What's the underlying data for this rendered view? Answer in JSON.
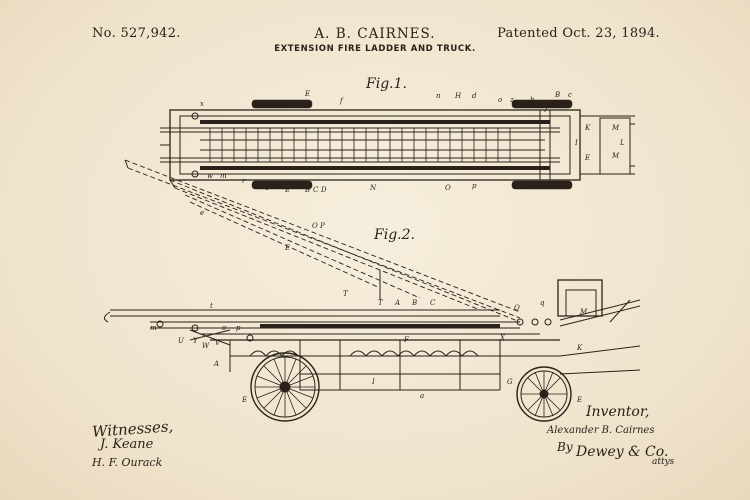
{
  "header": {
    "patent_number": "No. 527,942.",
    "inventor": "A. B. CAIRNES.",
    "date": "Patented Oct. 23, 1894.",
    "title": "EXTENSION FIRE LADDER AND TRUCK."
  },
  "figures": {
    "fig1_label": "Fig.1.",
    "fig2_label": "Fig.2."
  },
  "fig1_letters": [
    "E",
    "f",
    "x",
    "n",
    "H",
    "d",
    "o",
    "z",
    "h",
    "B",
    "c",
    "J",
    "K",
    "E",
    "I",
    "M",
    "L",
    "M",
    "w",
    "m",
    "T",
    "E",
    "B",
    "C",
    "D",
    "r",
    "N",
    "O",
    "p"
  ],
  "fig2_letters": [
    "O",
    "P",
    "E",
    "e",
    "T",
    "t",
    "T",
    "A",
    "B",
    "C",
    "Q",
    "M",
    "q",
    "U",
    "Y",
    "W",
    "V",
    "m",
    "o",
    "p",
    "A",
    "E",
    "I",
    "X",
    "K",
    "F",
    "a",
    "G",
    "E"
  ],
  "signatures": {
    "witnesses_label": "Witnesses,",
    "witness_1": "J. Keane",
    "witness_2": "H. F. Ourack",
    "inventor_label": "Inventor,",
    "inventor_signature": "Alexander B. Cairnes",
    "by": "By",
    "attorneys": "Dewey & Co.",
    "attorneys_abbr": "attys"
  },
  "colors": {
    "paper": "#f1e7d3",
    "ink": "#2a211a"
  }
}
